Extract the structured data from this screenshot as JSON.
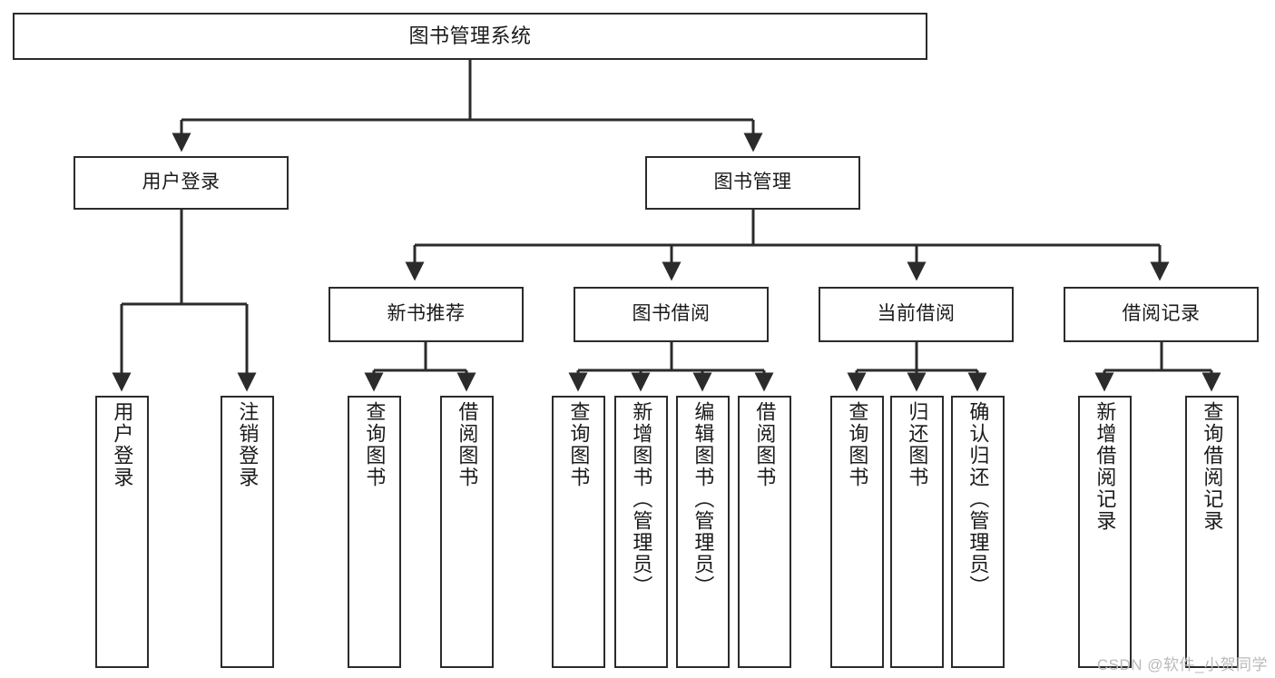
{
  "diagram": {
    "title": "图书管理系统",
    "watermark": "CSDN @软件_小贺同学",
    "colors": {
      "border": "#2b2b2b",
      "text": "#1a1a1a",
      "background": "#ffffff",
      "watermark": "#b9b9b9"
    },
    "root": {
      "label": "图书管理系统"
    },
    "level2": [
      {
        "label": "用户登录"
      },
      {
        "label": "图书管理"
      }
    ],
    "level3": [
      {
        "label": "新书推荐"
      },
      {
        "label": "图书借阅"
      },
      {
        "label": "当前借阅"
      },
      {
        "label": "借阅记录"
      }
    ],
    "leaves": {
      "user_login": [
        {
          "label": "用户登录"
        },
        {
          "label": "注销登录"
        }
      ],
      "new_book": [
        {
          "label": "查询图书"
        },
        {
          "label": "借阅图书"
        }
      ],
      "book_borrow": [
        {
          "label": "查询图书"
        },
        {
          "label": "新增图书（管理员）"
        },
        {
          "label": "编辑图书（管理员）"
        },
        {
          "label": "借阅图书"
        }
      ],
      "current_borrow": [
        {
          "label": "查询图书"
        },
        {
          "label": "归还图书"
        },
        {
          "label": "确认归还（管理员）"
        }
      ],
      "borrow_record": [
        {
          "label": "新增借阅记录"
        },
        {
          "label": "查询借阅记录"
        }
      ]
    }
  }
}
